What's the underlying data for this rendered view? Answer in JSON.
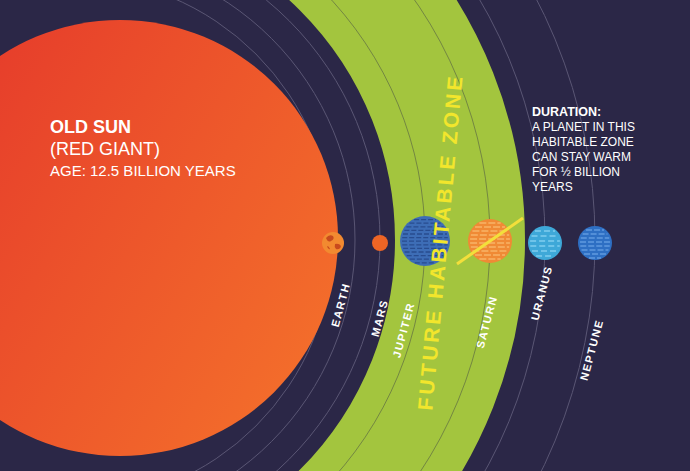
{
  "diagram": {
    "nodes": [
      {
        "text": [
          "OLD SUN",
          "(RED GIANT)",
          "AGE: 12.5 BILLION YEARS"
        ]
      },
      {
        "text": [
          "FUTURE HABITABLE ZONE"
        ]
      },
      {
        "text": [
          "EARTH"
        ]
      },
      {
        "text": [
          "MARS"
        ]
      },
      {
        "text": [
          "JUPITER"
        ],
        "in": 1
      },
      {
        "text": [
          "SATURN"
        ],
        "in": 1
      },
      {
        "text": [
          "URANUS"
        ]
      },
      {
        "text": [
          "NEPTUNE"
        ]
      }
    ],
    "labels": [
      "DURATION:",
      "A PLANET IN THIS HABITABLE ZONE CAN STAY WARM FOR ½ BILLION YEARS"
    ]
  }
}
